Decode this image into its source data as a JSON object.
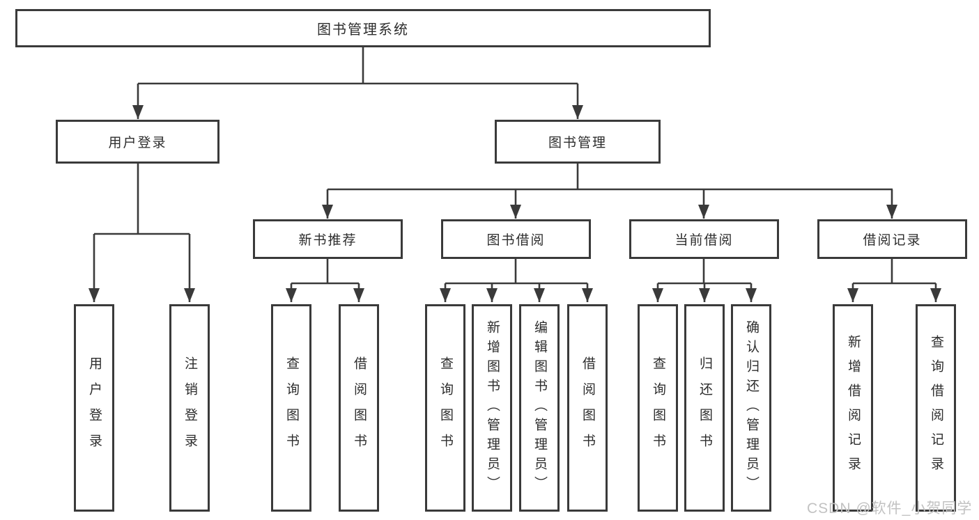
{
  "colors": {
    "background": "#ffffff",
    "line": "#3a3a3a",
    "box_border": "#3a3a3a",
    "text": "#2d2d2d",
    "watermark": "#c2c2c2"
  },
  "diagram": {
    "title": "图书管理系统",
    "branches": [
      {
        "label": "用户登录",
        "children": [
          "用户登录",
          "注销登录"
        ]
      },
      {
        "label": "图书管理",
        "groups": [
          {
            "label": "新书推荐",
            "children": [
              "查询图书",
              "借阅图书"
            ]
          },
          {
            "label": "图书借阅",
            "children": [
              "查询图书",
              "新增图书（管理员）",
              "编辑图书（管理员）",
              "借阅图书"
            ]
          },
          {
            "label": "当前借阅",
            "children": [
              "查询图书",
              "归还图书",
              "确认归还（管理员）"
            ]
          },
          {
            "label": "借阅记录",
            "children": [
              "新增借阅记录",
              "查询借阅记录"
            ]
          }
        ]
      }
    ]
  },
  "watermark": {
    "text": "CSDN @软件_小贺同学"
  }
}
